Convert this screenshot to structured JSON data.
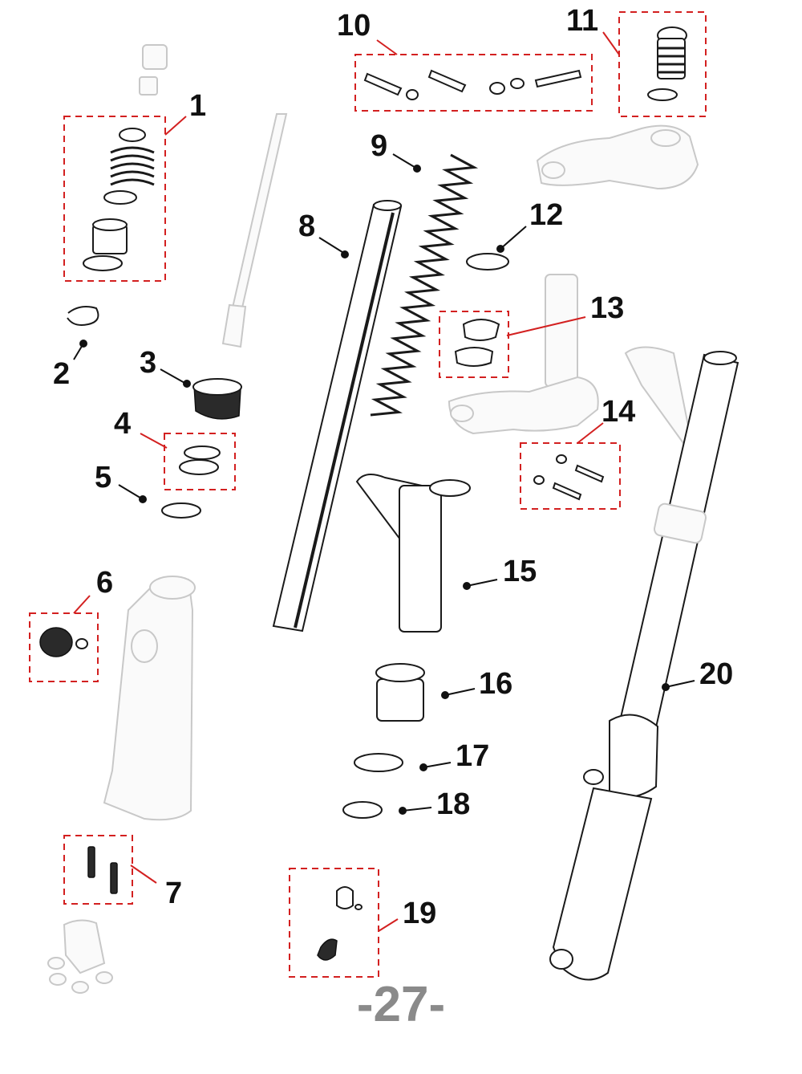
{
  "page_number": "-27-",
  "callouts": [
    "1",
    "2",
    "3",
    "4",
    "5",
    "6",
    "7",
    "8",
    "9",
    "10",
    "11",
    "12",
    "13",
    "14",
    "15",
    "16",
    "17",
    "18",
    "19",
    "20"
  ],
  "colors": {
    "callout_box": "#d32020",
    "ghost_part": "#c8c8c8",
    "page_number": "#8a8a8a"
  }
}
